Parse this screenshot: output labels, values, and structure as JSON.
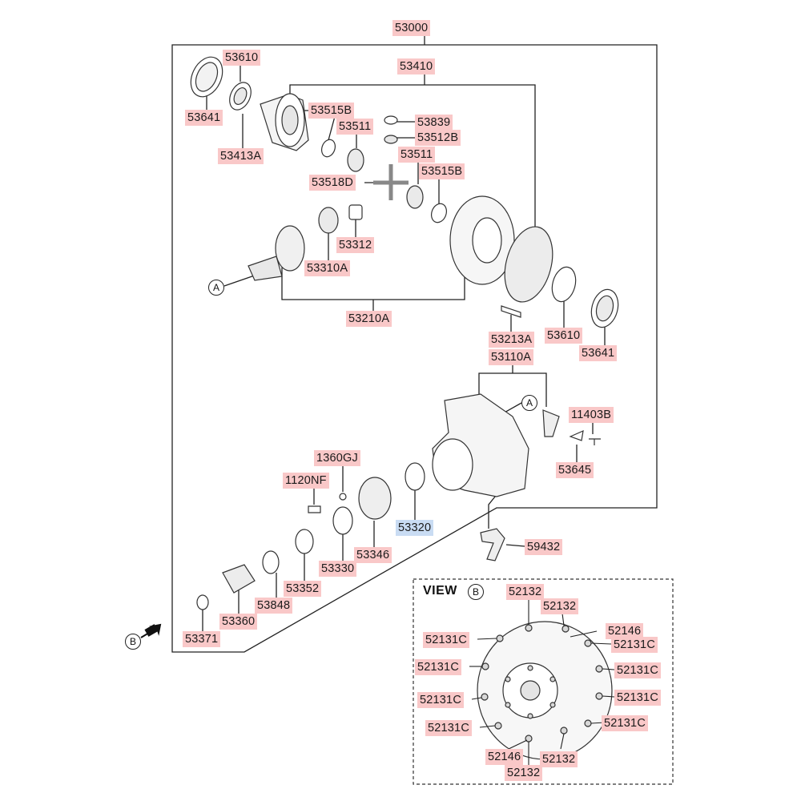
{
  "colors": {
    "label_bg": "#f9c8c8",
    "label_highlight_bg": "#c9dcf3",
    "line": "#222222"
  },
  "assembly": "53000",
  "view_title": "VIEW",
  "view_ref": "B",
  "callouts": {
    "a": "A",
    "b": "B"
  },
  "parts": [
    {
      "id": "p1",
      "code": "53000",
      "highlight": false
    },
    {
      "id": "p2",
      "code": "53610",
      "highlight": false
    },
    {
      "id": "p3",
      "code": "53410",
      "highlight": false
    },
    {
      "id": "p4",
      "code": "53641",
      "highlight": false
    },
    {
      "id": "p5",
      "code": "53515B",
      "highlight": false
    },
    {
      "id": "p6",
      "code": "53511",
      "highlight": false
    },
    {
      "id": "p7",
      "code": "53839",
      "highlight": false
    },
    {
      "id": "p8",
      "code": "53512B",
      "highlight": false
    },
    {
      "id": "p9",
      "code": "53413A",
      "highlight": false
    },
    {
      "id": "p10",
      "code": "53511",
      "highlight": false
    },
    {
      "id": "p11",
      "code": "53518D",
      "highlight": false
    },
    {
      "id": "p12",
      "code": "53515B",
      "highlight": false
    },
    {
      "id": "p13",
      "code": "53312",
      "highlight": false
    },
    {
      "id": "p14",
      "code": "53310A",
      "highlight": false
    },
    {
      "id": "p15",
      "code": "53210A",
      "highlight": false
    },
    {
      "id": "p16",
      "code": "53213A",
      "highlight": false
    },
    {
      "id": "p17",
      "code": "53610",
      "highlight": false
    },
    {
      "id": "p18",
      "code": "53641",
      "highlight": false
    },
    {
      "id": "p19",
      "code": "53110A",
      "highlight": false
    },
    {
      "id": "p20",
      "code": "11403B",
      "highlight": false
    },
    {
      "id": "p21",
      "code": "53645",
      "highlight": false
    },
    {
      "id": "p22",
      "code": "1360GJ",
      "highlight": false
    },
    {
      "id": "p23",
      "code": "1120NF",
      "highlight": false
    },
    {
      "id": "p24",
      "code": "53320",
      "highlight": true
    },
    {
      "id": "p25",
      "code": "53346",
      "highlight": false
    },
    {
      "id": "p26",
      "code": "53330",
      "highlight": false
    },
    {
      "id": "p27",
      "code": "59432",
      "highlight": false
    },
    {
      "id": "p28",
      "code": "53352",
      "highlight": false
    },
    {
      "id": "p29",
      "code": "53848",
      "highlight": false
    },
    {
      "id": "p30",
      "code": "53360",
      "highlight": false
    },
    {
      "id": "p31",
      "code": "53371",
      "highlight": false
    },
    {
      "id": "p32",
      "code": "52132",
      "highlight": false
    },
    {
      "id": "p33",
      "code": "52132",
      "highlight": false
    },
    {
      "id": "p34",
      "code": "52146",
      "highlight": false
    },
    {
      "id": "p35",
      "code": "52131C",
      "highlight": false
    },
    {
      "id": "p36",
      "code": "52131C",
      "highlight": false
    },
    {
      "id": "p37",
      "code": "52131C",
      "highlight": false
    },
    {
      "id": "p38",
      "code": "52131C",
      "highlight": false
    },
    {
      "id": "p39",
      "code": "52131C",
      "highlight": false
    },
    {
      "id": "p40",
      "code": "52131C",
      "highlight": false
    },
    {
      "id": "p41",
      "code": "52131C",
      "highlight": false
    },
    {
      "id": "p42",
      "code": "52131C",
      "highlight": false
    },
    {
      "id": "p43",
      "code": "52146",
      "highlight": false
    },
    {
      "id": "p44",
      "code": "52132",
      "highlight": false
    },
    {
      "id": "p45",
      "code": "52132",
      "highlight": false
    }
  ]
}
